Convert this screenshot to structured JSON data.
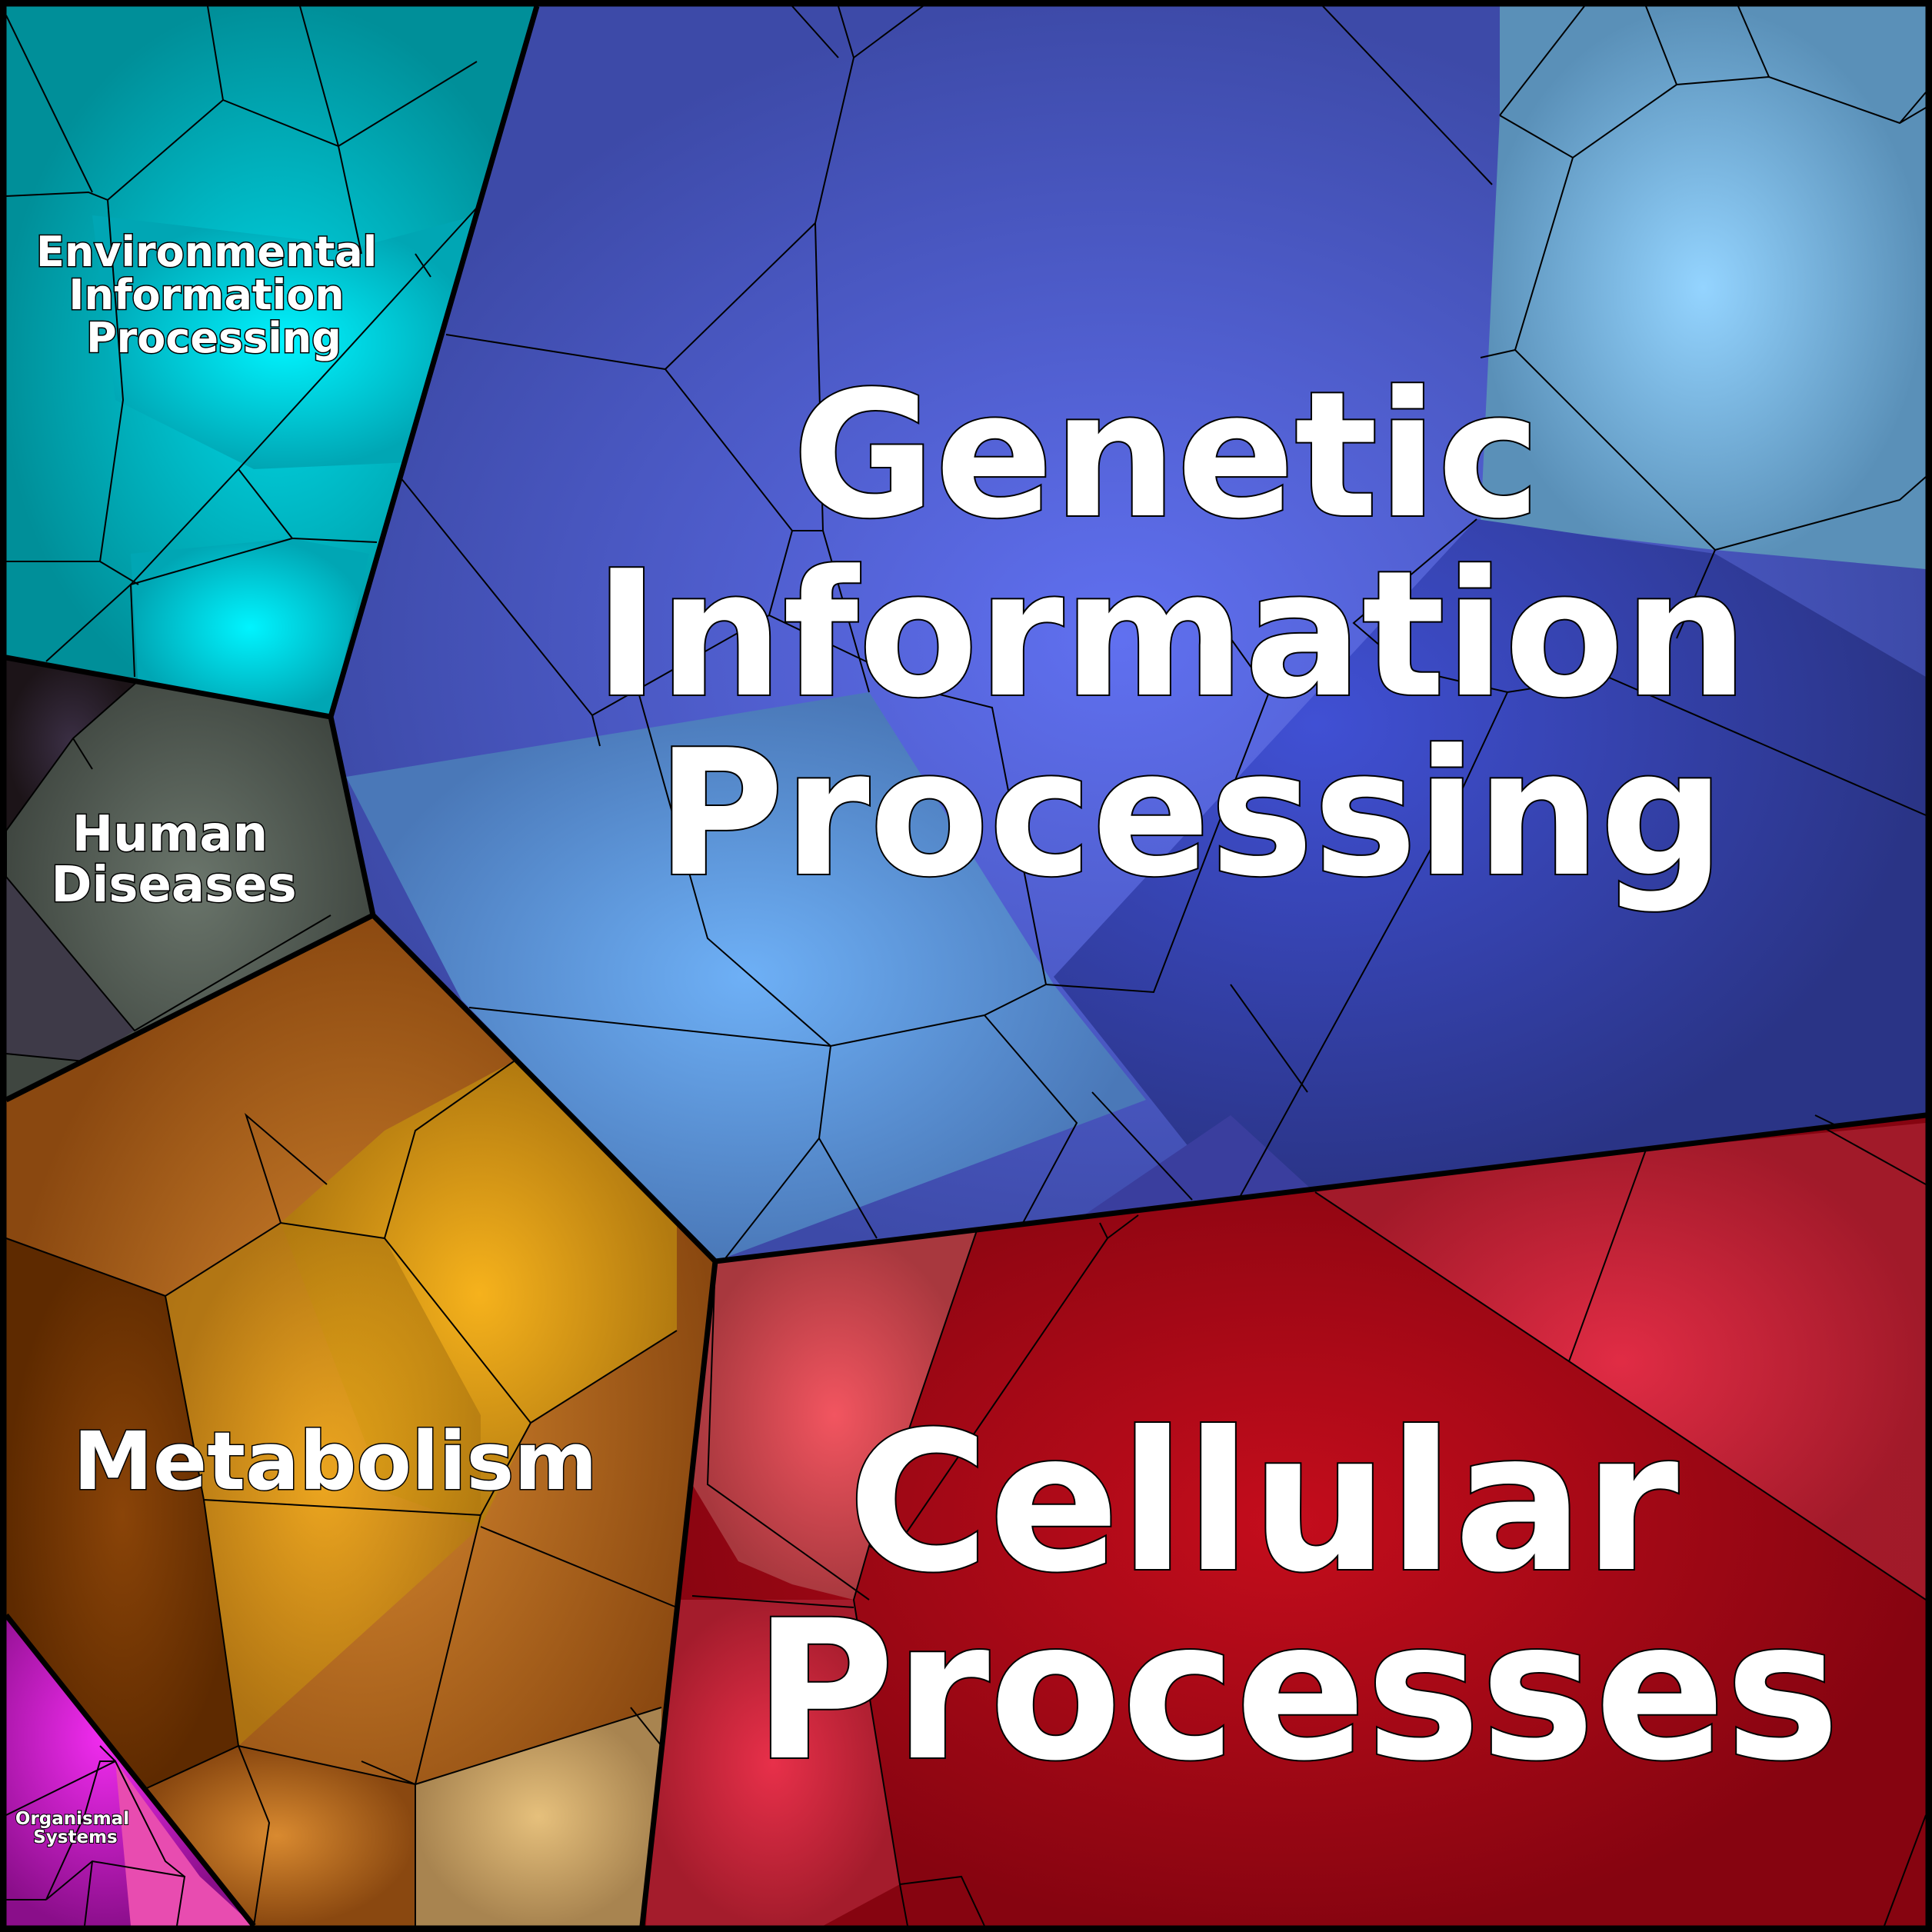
{
  "regions": [
    {
      "id": "genetic",
      "lines": [
        "Genetic",
        "Information",
        "Processing"
      ],
      "color": "#5566dd"
    },
    {
      "id": "cellular",
      "lines": [
        "Cellular",
        "Processes"
      ],
      "color": "#b5101a"
    },
    {
      "id": "metabolism",
      "lines": [
        "Metabolism"
      ],
      "color": "#e08a1a"
    },
    {
      "id": "environmental",
      "lines": [
        "Environmental",
        "Information",
        "Processing"
      ],
      "color": "#00c4d4"
    },
    {
      "id": "human",
      "lines": [
        "Human",
        "Diseases"
      ],
      "color": "#4f5a52"
    },
    {
      "id": "organismal",
      "lines": [
        "Organismal",
        "Systems"
      ],
      "color": "#b01fb0"
    }
  ]
}
